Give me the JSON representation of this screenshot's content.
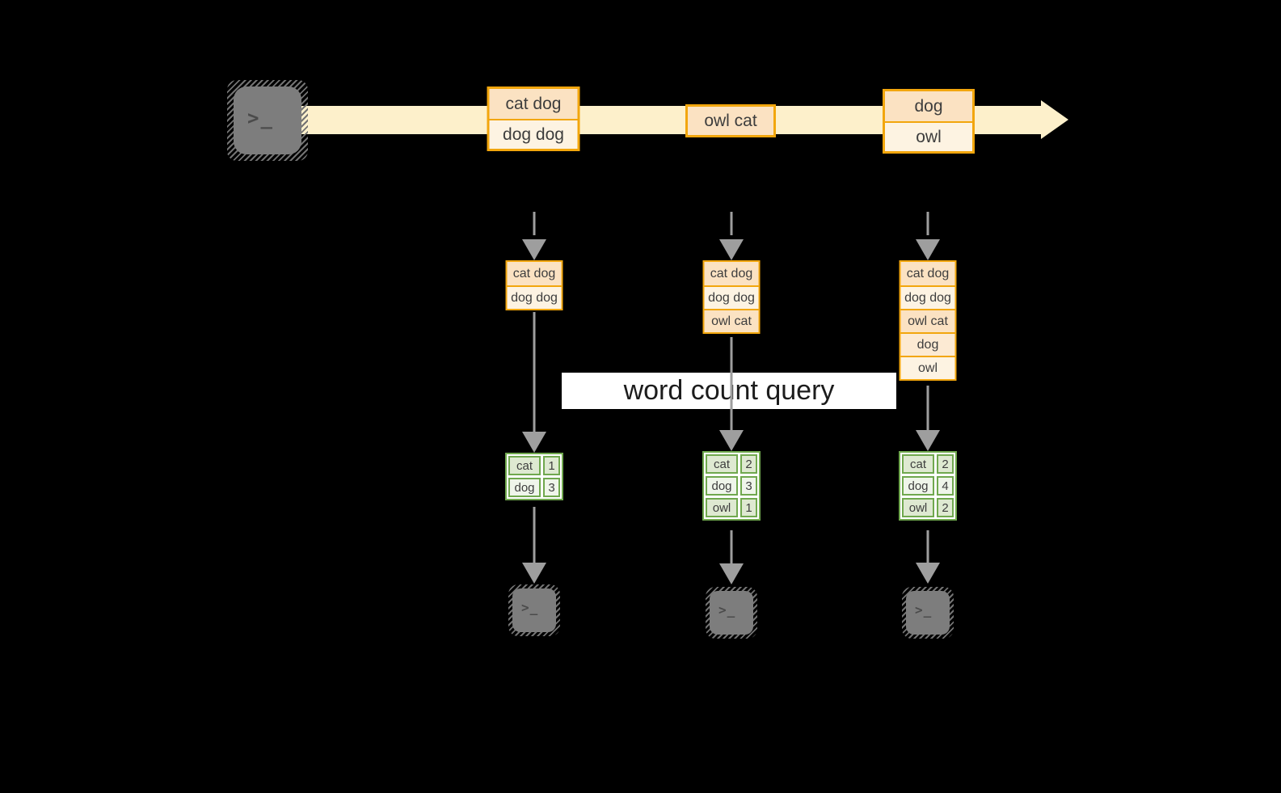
{
  "banner": {
    "label": "word count query"
  },
  "terminal": {
    "glyph": ">_"
  },
  "timeline_events": [
    {
      "rows": [
        {
          "text": "cat dog",
          "tone": "peach"
        },
        {
          "text": "dog dog",
          "tone": "cream"
        }
      ]
    },
    {
      "rows": [
        {
          "text": "owl cat",
          "tone": "peach"
        }
      ]
    },
    {
      "rows": [
        {
          "text": "dog",
          "tone": "peach"
        },
        {
          "text": "owl",
          "tone": "cream"
        }
      ]
    }
  ],
  "columns": [
    {
      "buffer": [
        {
          "text": "cat dog",
          "tone": "peach"
        },
        {
          "text": "dog dog",
          "tone": "cream"
        }
      ],
      "counts": [
        {
          "word": "cat",
          "value": "1"
        },
        {
          "word": "dog",
          "value": "3"
        }
      ]
    },
    {
      "buffer": [
        {
          "text": "cat dog",
          "tone": "peach"
        },
        {
          "text": "dog dog",
          "tone": "cream"
        },
        {
          "text": "owl cat",
          "tone": "peach"
        }
      ],
      "counts": [
        {
          "word": "cat",
          "value": "2"
        },
        {
          "word": "dog",
          "value": "3"
        },
        {
          "word": "owl",
          "value": "1"
        }
      ]
    },
    {
      "buffer": [
        {
          "text": "cat dog",
          "tone": "peach"
        },
        {
          "text": "dog dog",
          "tone": "cream"
        },
        {
          "text": "owl cat",
          "tone": "peach"
        },
        {
          "text": "dog",
          "tone": "mid"
        },
        {
          "text": "owl",
          "tone": "cream"
        }
      ],
      "counts": [
        {
          "word": "cat",
          "value": "2"
        },
        {
          "word": "dog",
          "value": "4"
        },
        {
          "word": "owl",
          "value": "2"
        }
      ]
    }
  ],
  "colors": {
    "orange-border": "#f2a60d",
    "peach-fill": "#fbe2c2",
    "cream-fill": "#fdf3e2",
    "mid-fill": "#fcead3",
    "band-fill": "#fdf0cb",
    "arrow-gray": "#9e9e9e",
    "terminal-gray": "#7d7d7d",
    "terminal-glyph": "#4b4b4b",
    "hatch-gray": "#737373",
    "green-border": "#70a84e",
    "green-row-dark": "#dee9d1",
    "green-row-light": "#eff5ea",
    "ink": "#3d3d3d",
    "banner-bg": "#ffffff",
    "banner-ink": "#1c1c1c",
    "background": "#000000"
  }
}
